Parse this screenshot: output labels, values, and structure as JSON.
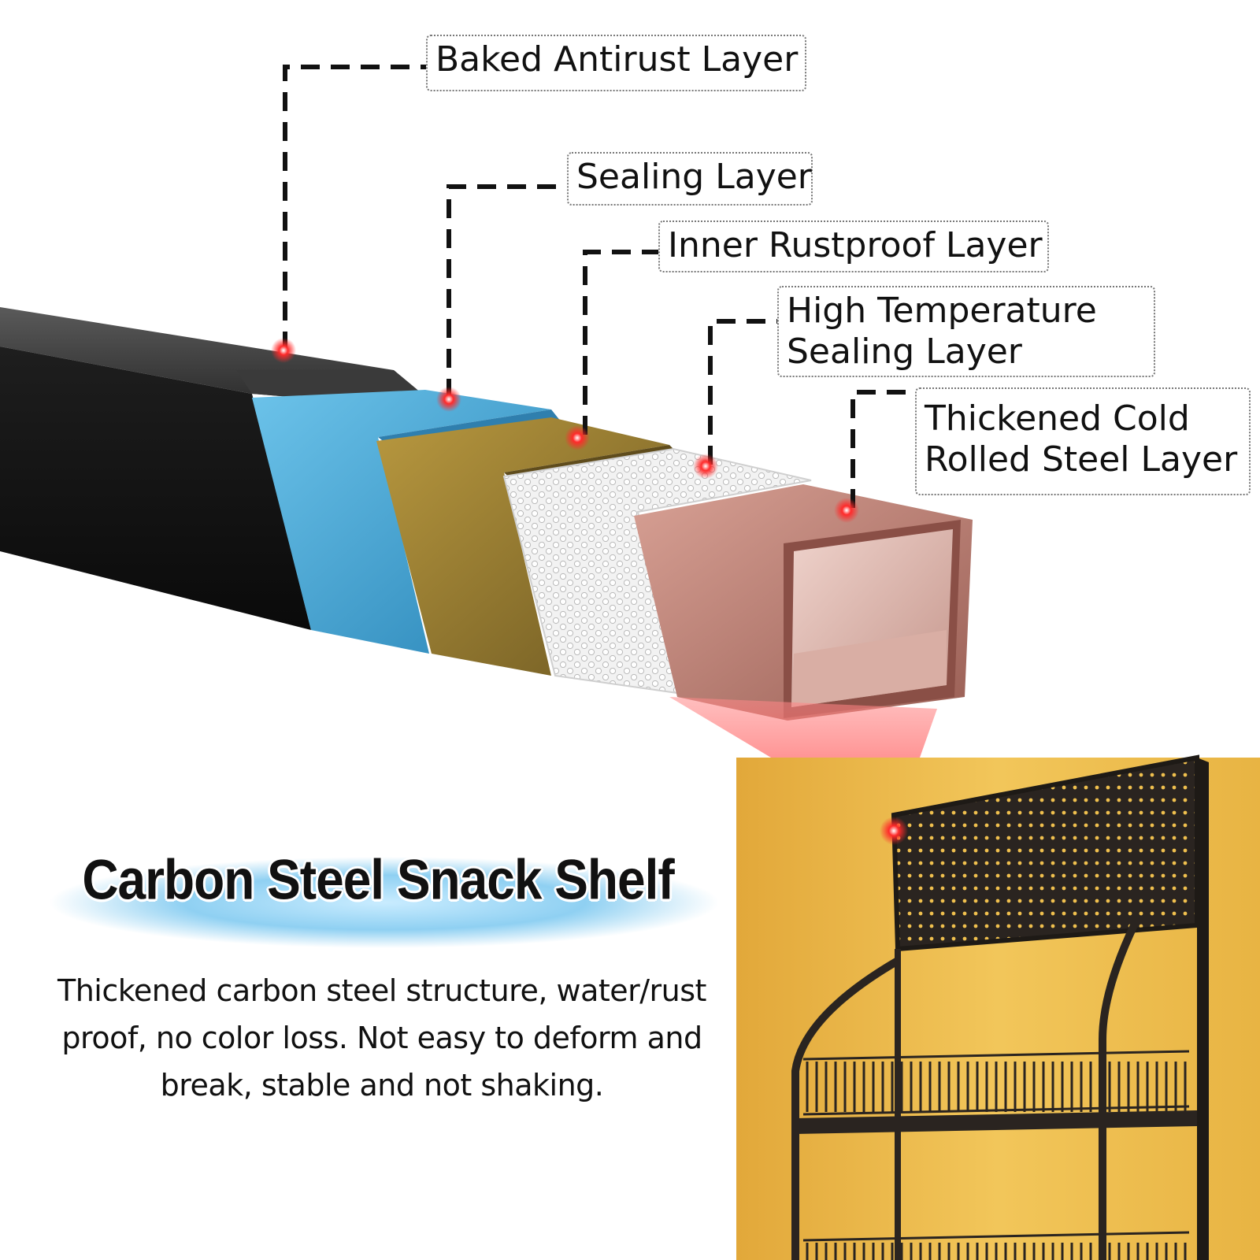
{
  "layers": [
    {
      "label_lines": [
        "Baked Antirust Layer"
      ],
      "color": "#1c1c1c"
    },
    {
      "label_lines": [
        "Sealing Layer"
      ],
      "color": "#3fa3cf"
    },
    {
      "label_lines": [
        "Inner Rustproof Layer"
      ],
      "color": "#9a7e35"
    },
    {
      "label_lines": [
        "High Temperature",
        "Sealing Layer"
      ],
      "color": "#e6e6e6"
    },
    {
      "label_lines": [
        "Thickened Cold",
        "Rolled Steel Layer"
      ],
      "color": "#b57a6e"
    }
  ],
  "headline": "Carbon Steel Snack Shelf",
  "description": "Thickened carbon steel structure, water/rust proof, no color loss. Not easy to deform and break, stable and not shaking.",
  "colors": {
    "marker": "#ff1a1a",
    "highlight_oval": "#8fd0f2",
    "wall_background": "#e9b94a",
    "shelf_frame": "#2a2420"
  }
}
